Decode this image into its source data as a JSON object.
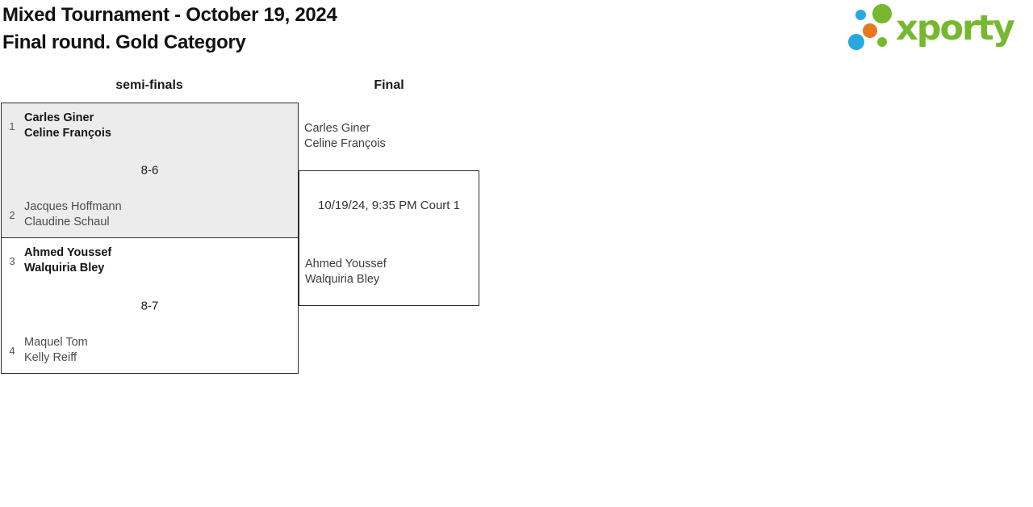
{
  "header": {
    "title_line1": "Mixed Tournament - October 19, 2024",
    "title_line2": "Final round. Gold Category"
  },
  "logo": {
    "wordmark": "xporty"
  },
  "colors": {
    "brand_green": "#76b82f",
    "brand_blue": "#29a8e0",
    "brand_orange": "#e87722",
    "highlight_match_bg": "#ececec",
    "box_border": "#2e2e2e",
    "winner_text": "#161616",
    "secondary_text": "#4c4c4c"
  },
  "bracket": {
    "round_labels": [
      "semi-finals",
      "Final"
    ],
    "semifinals": [
      {
        "seed_top": "1",
        "team_top": [
          "Carles Giner",
          "Celine François"
        ],
        "score": "8-6",
        "seed_bottom": "2",
        "team_bottom": [
          "Jacques Hoffmann",
          "Claudine Schaul"
        ]
      },
      {
        "seed_top": "3",
        "team_top": [
          "Ahmed Youssef",
          "Walquiria Bley"
        ],
        "score": "8-7",
        "seed_bottom": "4",
        "team_bottom": [
          "Maquel Tom",
          "Kelly Reiff"
        ]
      }
    ],
    "final": {
      "team_top": [
        "Carles Giner",
        "Celine François"
      ],
      "schedule": "10/19/24, 9:35 PM Court 1",
      "team_bottom": [
        "Ahmed Youssef",
        "Walquiria Bley"
      ]
    }
  }
}
